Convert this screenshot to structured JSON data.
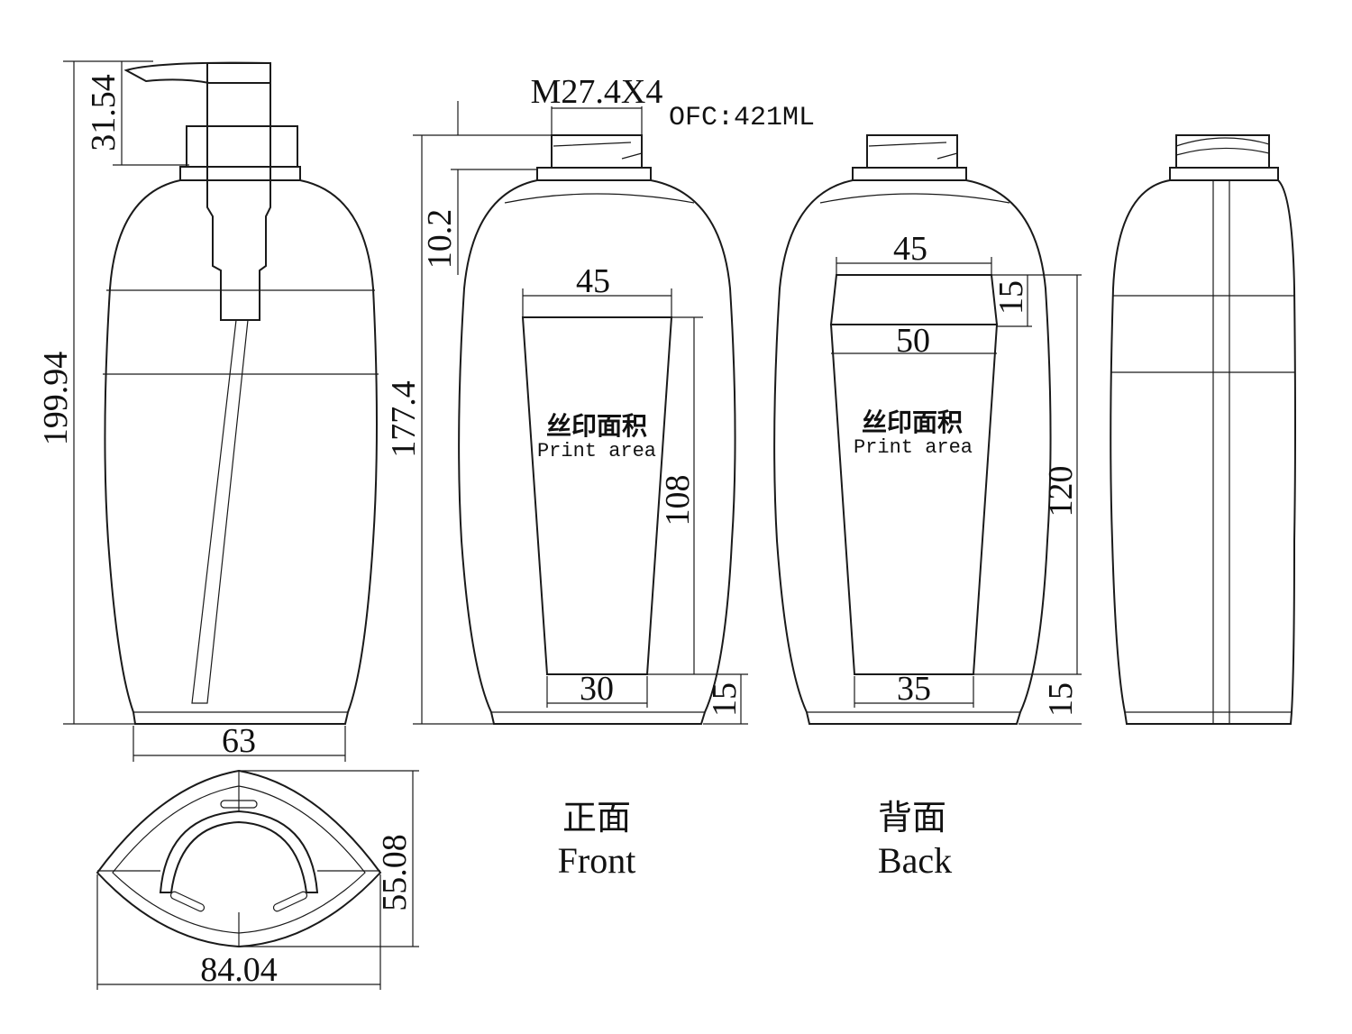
{
  "pump_view": {
    "height_total": "199.94",
    "pump_height": "31.54",
    "width": "63"
  },
  "bottom_view": {
    "width": "84.04",
    "depth": "55.08"
  },
  "front_view": {
    "thread": "M27.4X4",
    "capacity": "OFC:421ML",
    "shoulder": "10.2",
    "body_height": "177.4",
    "print_top_width": "45",
    "print_height": "108",
    "print_bottom_width": "30",
    "bottom_offset": "15",
    "print_label_cn": "丝印面积",
    "print_label_en": "Print area",
    "view_label_cn": "正面",
    "view_label_en": "Front"
  },
  "back_view": {
    "print_top_width": "45",
    "top_band": "15",
    "print_mid_width": "50",
    "print_height": "120",
    "print_bottom_width": "35",
    "bottom_offset": "15",
    "print_label_cn": "丝印面积",
    "print_label_en": "Print area",
    "view_label_cn": "背面",
    "view_label_en": "Back"
  }
}
